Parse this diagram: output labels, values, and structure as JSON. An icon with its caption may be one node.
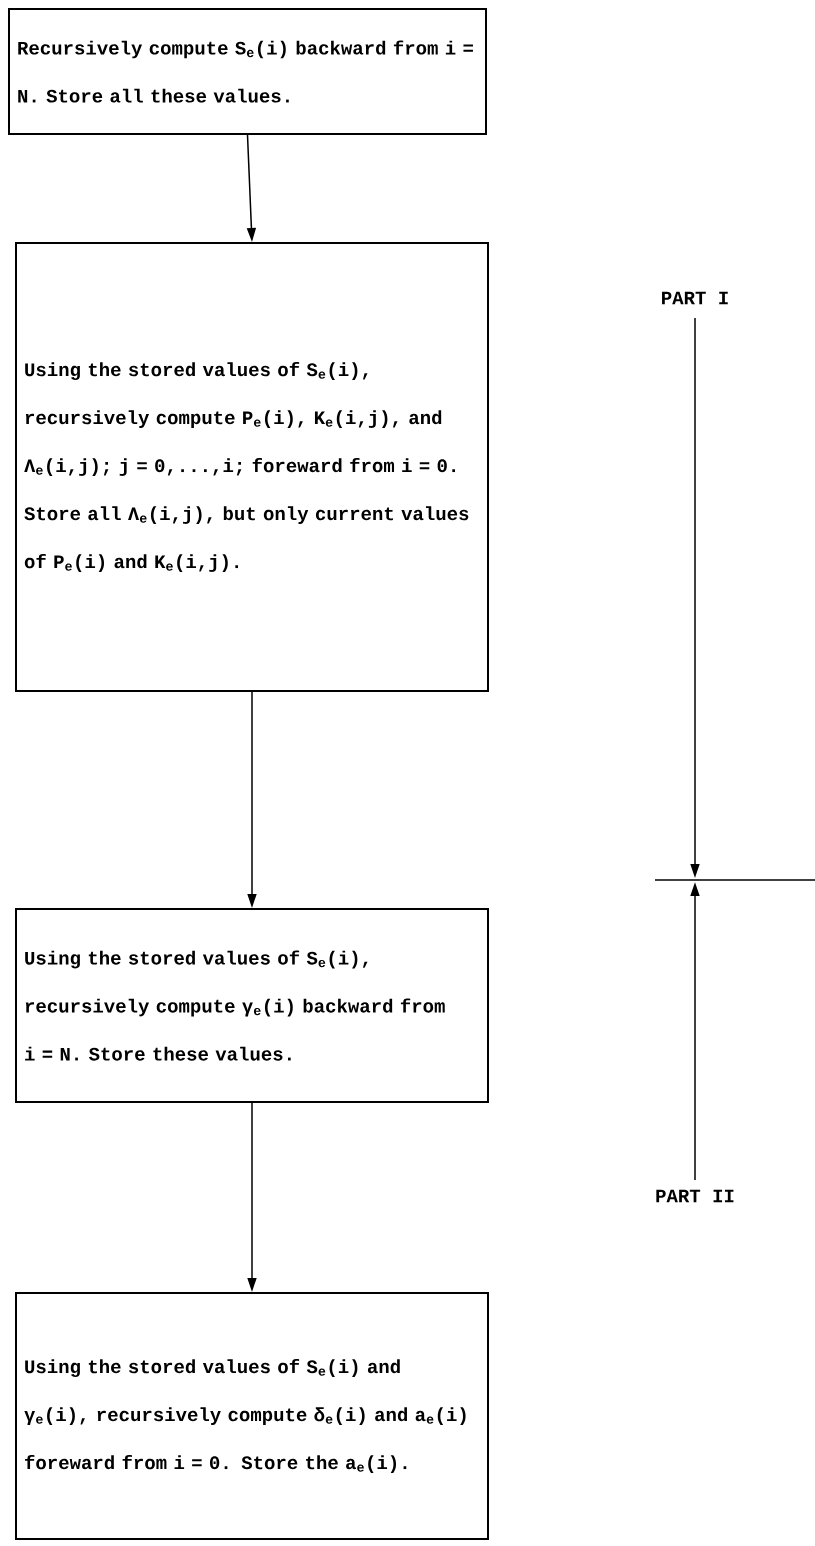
{
  "diagram": {
    "nodes": [
      {
        "text": [
          "Recursively compute S$_{e}$(i) backward from i = N. Store all these values."
        ]
      },
      {
        "text": [
          "Using the stored values of S$_{e}$(i), recursively compute P$_{e}$(i), K$_{e}$(i,j), and Λ$_{e}$(i,j); j = 0,...,i; foreward from i = 0. Store all Λ$_{e}$(i,j), but only current values of P$_{e}$(i) and K$_{e}$(i,j)."
        ]
      },
      {
        "text": [
          "Using the stored values of S$_{e}$(i), recursively compute γ$_{e}$(i) backward from i = N. Store these values."
        ]
      },
      {
        "text": [
          "Using the stored values of S$_{e}$(i) and γ$_{e}$(i), recursively compute δ$_{e}$(i) and a$_{e}$(i) foreward from i = 0. Store the a$_{e}$(i)."
        ]
      }
    ],
    "edges": [
      {
        "from": 0,
        "to": 1,
        "arrow": "to"
      },
      {
        "from": 1,
        "to": 2,
        "arrow": "to"
      },
      {
        "from": 2,
        "to": 3,
        "arrow": "to"
      }
    ],
    "labels": [
      "PART I",
      "PART II"
    ]
  }
}
